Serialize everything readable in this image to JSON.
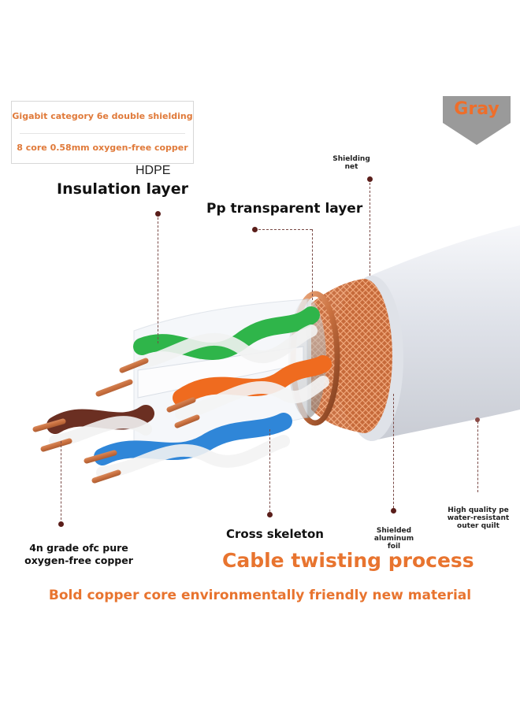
{
  "spec_box": {
    "line1": "Gigabit category 6e double shielding",
    "line2": "8 core 0.58mm oxygen-free copper"
  },
  "color_tag": "Gray",
  "labels": {
    "shielding_net": "Shielding\nnet",
    "hdpe": "HDPE",
    "insulation_layer": "Insulation layer",
    "pp_layer": "Pp transparent layer",
    "cross_skeleton": "Cross skeleton",
    "shielded_foil": "Shielded aluminum\nfoil",
    "outer_quilt": "High quality pe\nwater-resistant\nouter quilt",
    "copper": "4n grade ofc pure\noxygen-free copper"
  },
  "headline": "Cable twisting process",
  "tagline": "Bold copper core environmentally friendly new material",
  "colors": {
    "accent": "#e8742f",
    "tag_bg": "#9a9a9a",
    "copper": "#c9703f",
    "jacket": "#e9ebf0",
    "pair_green": "#2fb54a",
    "pair_orange": "#ef6b1f",
    "pair_blue": "#2f86d8",
    "pair_brown": "#6b2f22"
  }
}
